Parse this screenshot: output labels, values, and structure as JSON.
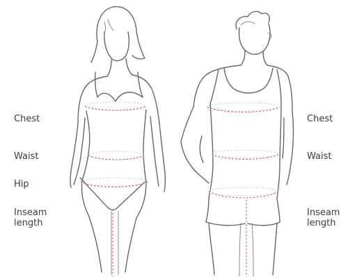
{
  "labels": {
    "chest": "Chest",
    "waist": "Waist",
    "hip": "Hip",
    "inseam_line1": "Inseam",
    "inseam_line2": "length"
  },
  "colors": {
    "measure_line": "#d9534f",
    "outline": "#666666",
    "label_text": "#3c3c3c"
  },
  "figures": [
    "female-figure",
    "male-figure"
  ]
}
